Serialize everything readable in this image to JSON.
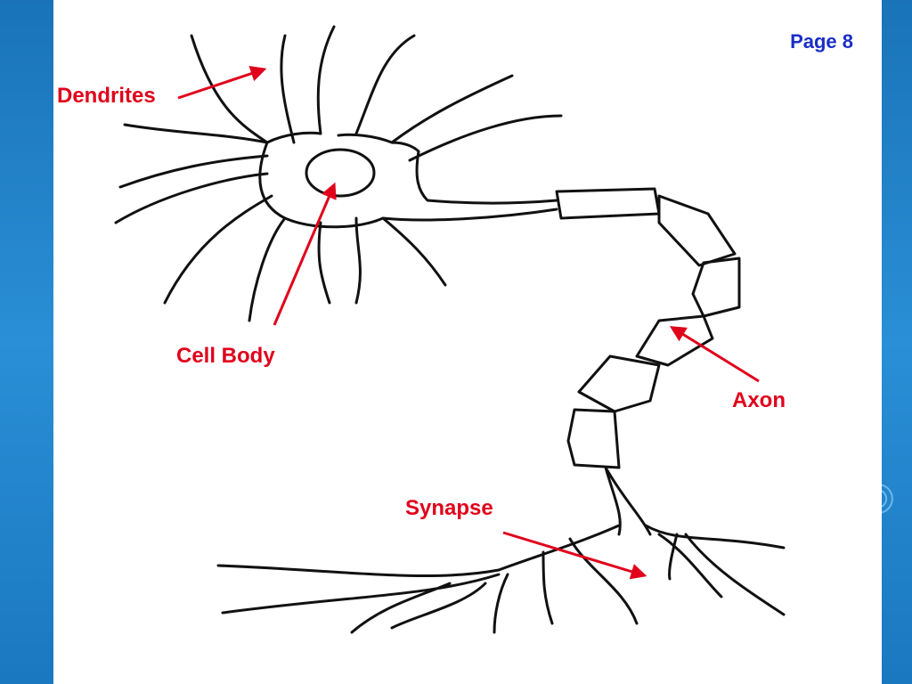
{
  "page": {
    "label": "Page 8"
  },
  "labels": {
    "dendrites": "Dendrites",
    "cell_body": "Cell Body",
    "axon": "Axon",
    "synapse": "Synapse"
  },
  "colors": {
    "background": "#1f80c8",
    "panel": "#ffffff",
    "label": "#e0001b",
    "page_label": "#1a2ec8",
    "line": "#111111"
  }
}
